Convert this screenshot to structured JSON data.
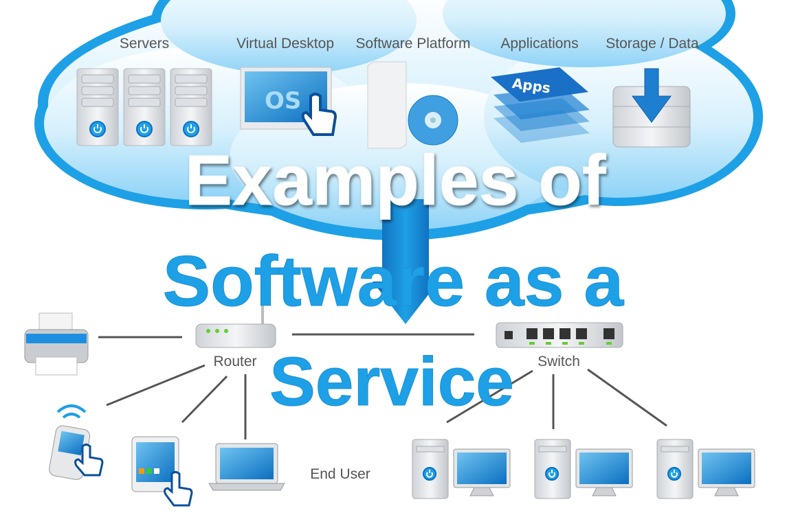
{
  "cloud": {
    "labels": [
      "Servers",
      "Virtual Desktop",
      "Software Platform",
      "Applications",
      "Storage / Data"
    ],
    "os_text": "OS",
    "apps_text": "Apps"
  },
  "title": {
    "line1": "Examples of",
    "line2": "Software as a",
    "line3": "Service"
  },
  "network": {
    "router_label": "Router",
    "switch_label": "Switch",
    "end_user_label": "End User"
  },
  "colors": {
    "brand_blue": "#1ea0e6",
    "dark_blue": "#0b5fb0",
    "label_gray": "#555555"
  }
}
